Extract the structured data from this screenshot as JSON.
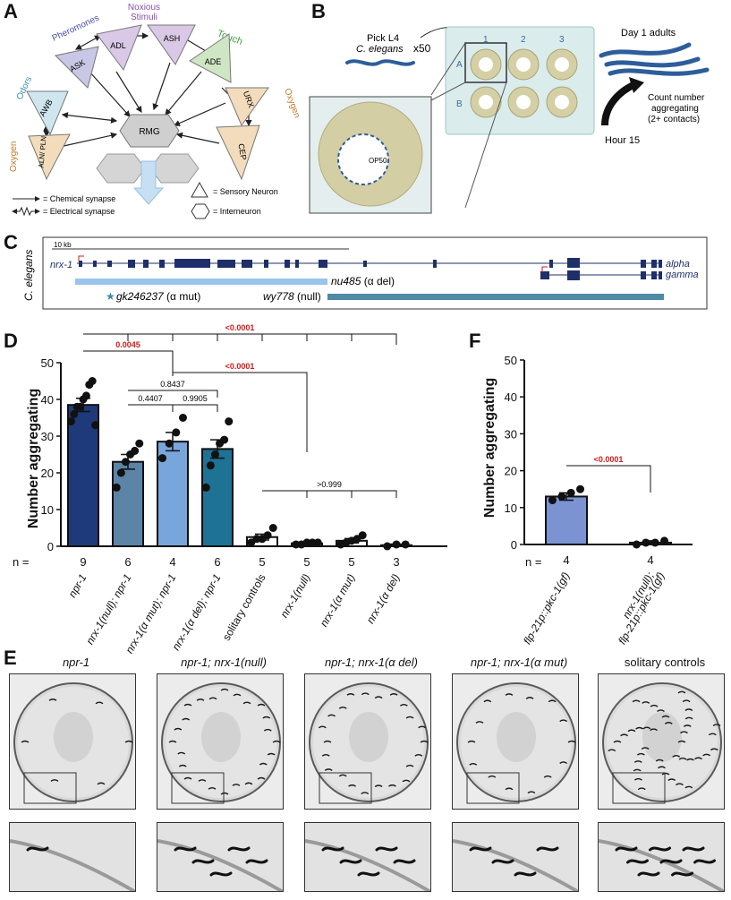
{
  "panels": {
    "A": {
      "label": "A",
      "neurons": {
        "sensory": [
          "ADL",
          "ASH",
          "ASK",
          "ADE",
          "AWB",
          "URX",
          "ALN/\nPLN",
          "CEP"
        ],
        "interneuron": "RMG"
      },
      "stimuli": {
        "noxious_line1": "Noxious",
        "noxious_line2": "Stimuli",
        "pheromones": "Pheromones",
        "touch": "Touch",
        "odors": "Odors",
        "oxygen_left": "Oxygen",
        "oxygen_right": "Oxygen"
      },
      "legend": {
        "chemical": "= Chemical synapse",
        "electrical": "= Electrical synapse",
        "sensory": "= Sensory Neuron",
        "interneuron": "= Interneuron"
      },
      "colors": {
        "ADL": "#d9c9e6",
        "ASH": "#d9c9e6",
        "ASK": "#c9c7e6",
        "ADE": "#cfe6c4",
        "AWB": "#cfe6ee",
        "URX": "#f2dcbc",
        "ALN": "#f2dcbc",
        "CEP": "#f2dcbc",
        "noxious": "#8a4fb0",
        "pheromones": "#4a4fa8",
        "touch": "#3f9d3f",
        "odors": "#3f8fb0",
        "oxygen": "#c07a2a"
      }
    },
    "B": {
      "label": "B",
      "pick_line1": "Pick L4",
      "pick_line2": "C. elegans",
      "pick_count": "x50",
      "col_labels": [
        "1",
        "2",
        "3"
      ],
      "row_labels": [
        "A",
        "B"
      ],
      "food": "OP50",
      "day": "Day 1 adults",
      "count_line1": "Count number",
      "count_line2": "aggregating",
      "count_line3": "(2+ contacts)",
      "hour": "Hour 15"
    },
    "C": {
      "label": "C",
      "species": "C. elegans",
      "scale": "10 kb",
      "gene": "nrx-1",
      "isoforms": [
        "alpha",
        "gamma"
      ],
      "alleles": [
        {
          "name": "nu485",
          "desc": " (α del)"
        },
        {
          "name": "gk246237",
          "desc": " (α mut)"
        },
        {
          "name": "wy778",
          "desc": " (null)"
        }
      ]
    },
    "D": {
      "label": "D",
      "n_prefix": "n =",
      "pvals": [
        "<0.0001",
        "0.0045",
        "<0.0001",
        "0.8437",
        "0.4407",
        "0.9905",
        ">0.999"
      ]
    },
    "F": {
      "label": "F",
      "n_prefix": "n =",
      "pval": "<0.0001"
    },
    "E": {
      "label": "E",
      "captions": [
        "npr-1",
        "npr-1; nrx-1(null)",
        "npr-1; nrx-1(α del)",
        "npr-1; nrx-1(α mut)",
        "solitary controls"
      ]
    }
  },
  "chart_data": [
    {
      "type": "bar",
      "panel": "D",
      "ylabel": "Number aggregating",
      "ylim": [
        0,
        50
      ],
      "yticks": [
        0,
        10,
        20,
        30,
        40,
        50
      ],
      "categories": [
        "npr-1",
        "nrx-1(null); npr-1",
        "nrx-1(α mut); npr-1",
        "nrx-1(α del); npr-1",
        "solitary controls",
        "nrx-1(null)",
        "nrx-1(α  mut)",
        "nrx-1(α del)"
      ],
      "italic": [
        true,
        true,
        true,
        true,
        false,
        true,
        true,
        true
      ],
      "values": [
        38.5,
        23,
        28.5,
        26.5,
        2.5,
        0.8,
        1.5,
        0.3
      ],
      "sem": [
        1.8,
        2,
        2.5,
        2.5,
        0.8,
        0.4,
        0.6,
        0.3
      ],
      "n": [
        9,
        6,
        4,
        6,
        5,
        5,
        5,
        3
      ],
      "colors": [
        "#1f3a7a",
        "#5b84a6",
        "#78a6dc",
        "#1e7294",
        "#ffffff",
        "#ffffff",
        "#ffffff",
        "#ffffff"
      ],
      "points": [
        [
          34,
          36,
          38,
          38,
          40,
          41,
          44,
          45,
          33
        ],
        [
          16,
          20,
          23,
          25,
          26,
          28
        ],
        [
          24,
          28,
          31,
          35
        ],
        [
          16,
          22,
          25,
          28,
          29,
          34
        ],
        [
          1,
          2,
          2,
          3,
          5
        ],
        [
          0.5,
          0.5,
          1,
          1,
          1
        ],
        [
          0.5,
          1,
          1.5,
          2,
          3
        ],
        [
          0,
          0.5,
          0.5
        ]
      ],
      "comparisons": [
        {
          "from": 0,
          "to": 7,
          "p": "<0.0001"
        },
        {
          "from": 0,
          "to": 2,
          "p": "0.0045"
        },
        {
          "from": 2,
          "to": 5,
          "p": "<0.0001"
        },
        {
          "from": 1,
          "to": 3,
          "p": "0.8437"
        },
        {
          "from": 1,
          "to": 2,
          "p": "0.4407"
        },
        {
          "from": 2,
          "to": 3,
          "p": "0.9905"
        },
        {
          "from": 4,
          "to": 7,
          "p": ">0.999"
        }
      ]
    },
    {
      "type": "bar",
      "panel": "F",
      "ylabel": "Number aggregating",
      "ylim": [
        0,
        50
      ],
      "yticks": [
        0,
        10,
        20,
        30,
        40,
        50
      ],
      "categories": [
        "flp-21p::pkc-1(gf)",
        "nrx-1(null);\nflp-21p::pkc-1(gf)"
      ],
      "values": [
        13,
        0.5
      ],
      "sem": [
        1,
        0.5
      ],
      "n": [
        4,
        4
      ],
      "colors": [
        "#7b93d1",
        "#ffffff"
      ],
      "points": [
        [
          12,
          13,
          14,
          15
        ],
        [
          0,
          0.5,
          0.5,
          1
        ]
      ],
      "comparisons": [
        {
          "from": 0,
          "to": 1,
          "p": "<0.0001"
        }
      ]
    }
  ]
}
